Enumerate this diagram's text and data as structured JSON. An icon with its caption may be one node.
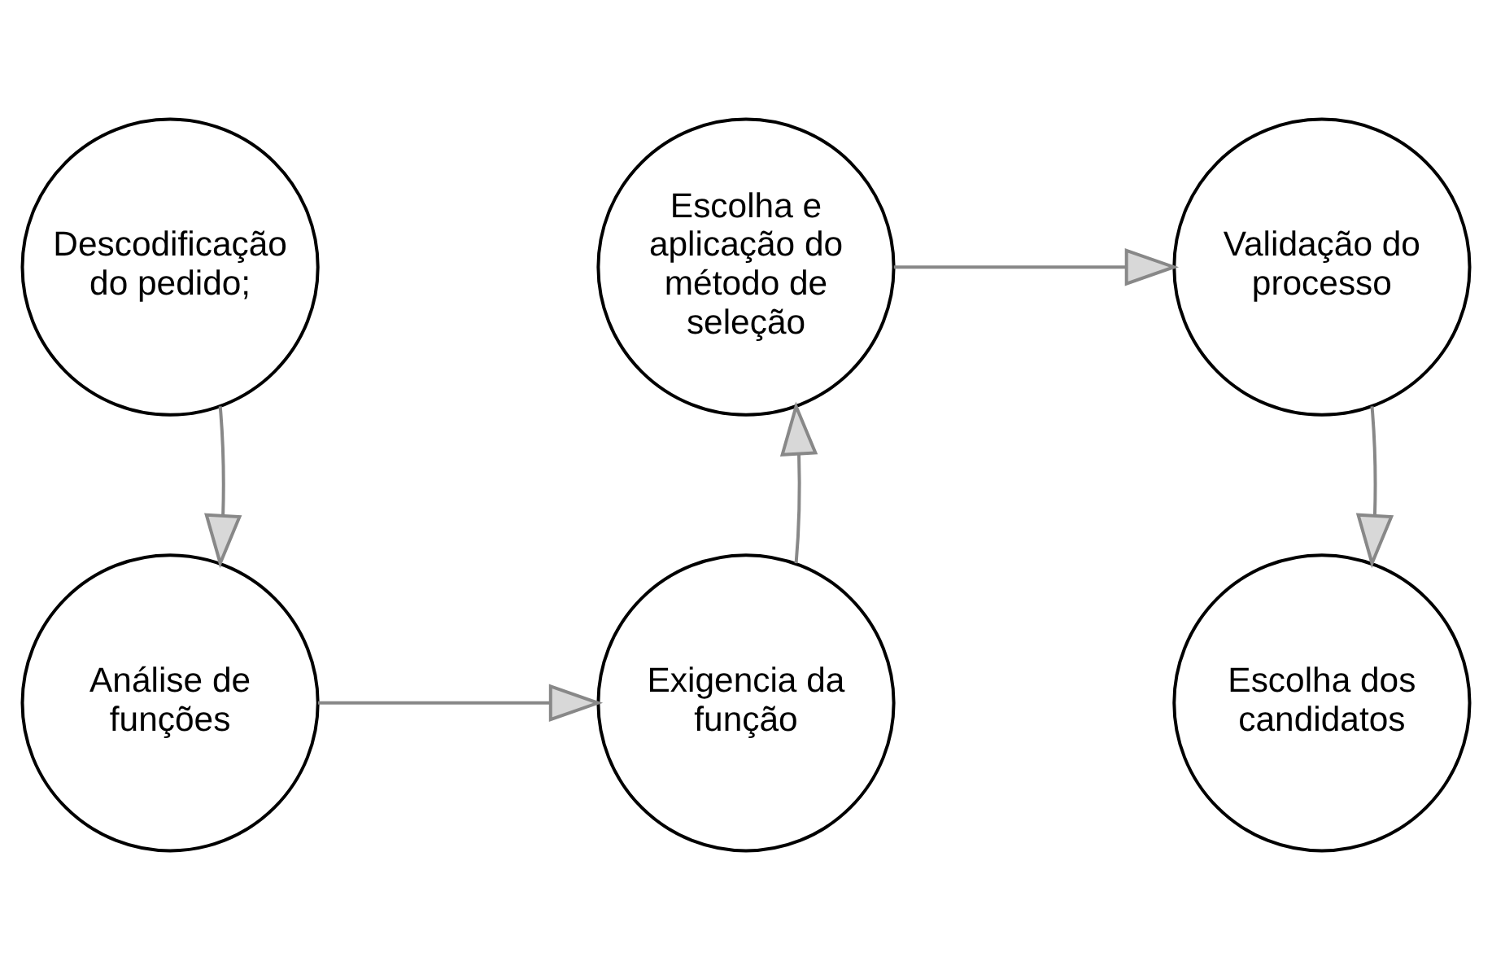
{
  "diagram": {
    "nodes": [
      {
        "text": [
          "Descodificação do pedido;"
        ]
      },
      {
        "text": [
          "Análise de funções"
        ]
      },
      {
        "text": [
          "Exigencia da função"
        ]
      },
      {
        "text": [
          "Escolha e aplicação do método de seleção"
        ]
      },
      {
        "text": [
          "Validação do processo"
        ]
      },
      {
        "text": [
          "Escolha dos candidatos"
        ]
      }
    ],
    "edges": [
      {
        "from": 0,
        "to": 1,
        "arrow": "to"
      },
      {
        "from": 1,
        "to": 2,
        "arrow": "to"
      },
      {
        "from": 2,
        "to": 3,
        "arrow": "to"
      },
      {
        "from": 3,
        "to": 4,
        "arrow": "to"
      },
      {
        "from": 4,
        "to": 5,
        "arrow": "to"
      }
    ]
  }
}
